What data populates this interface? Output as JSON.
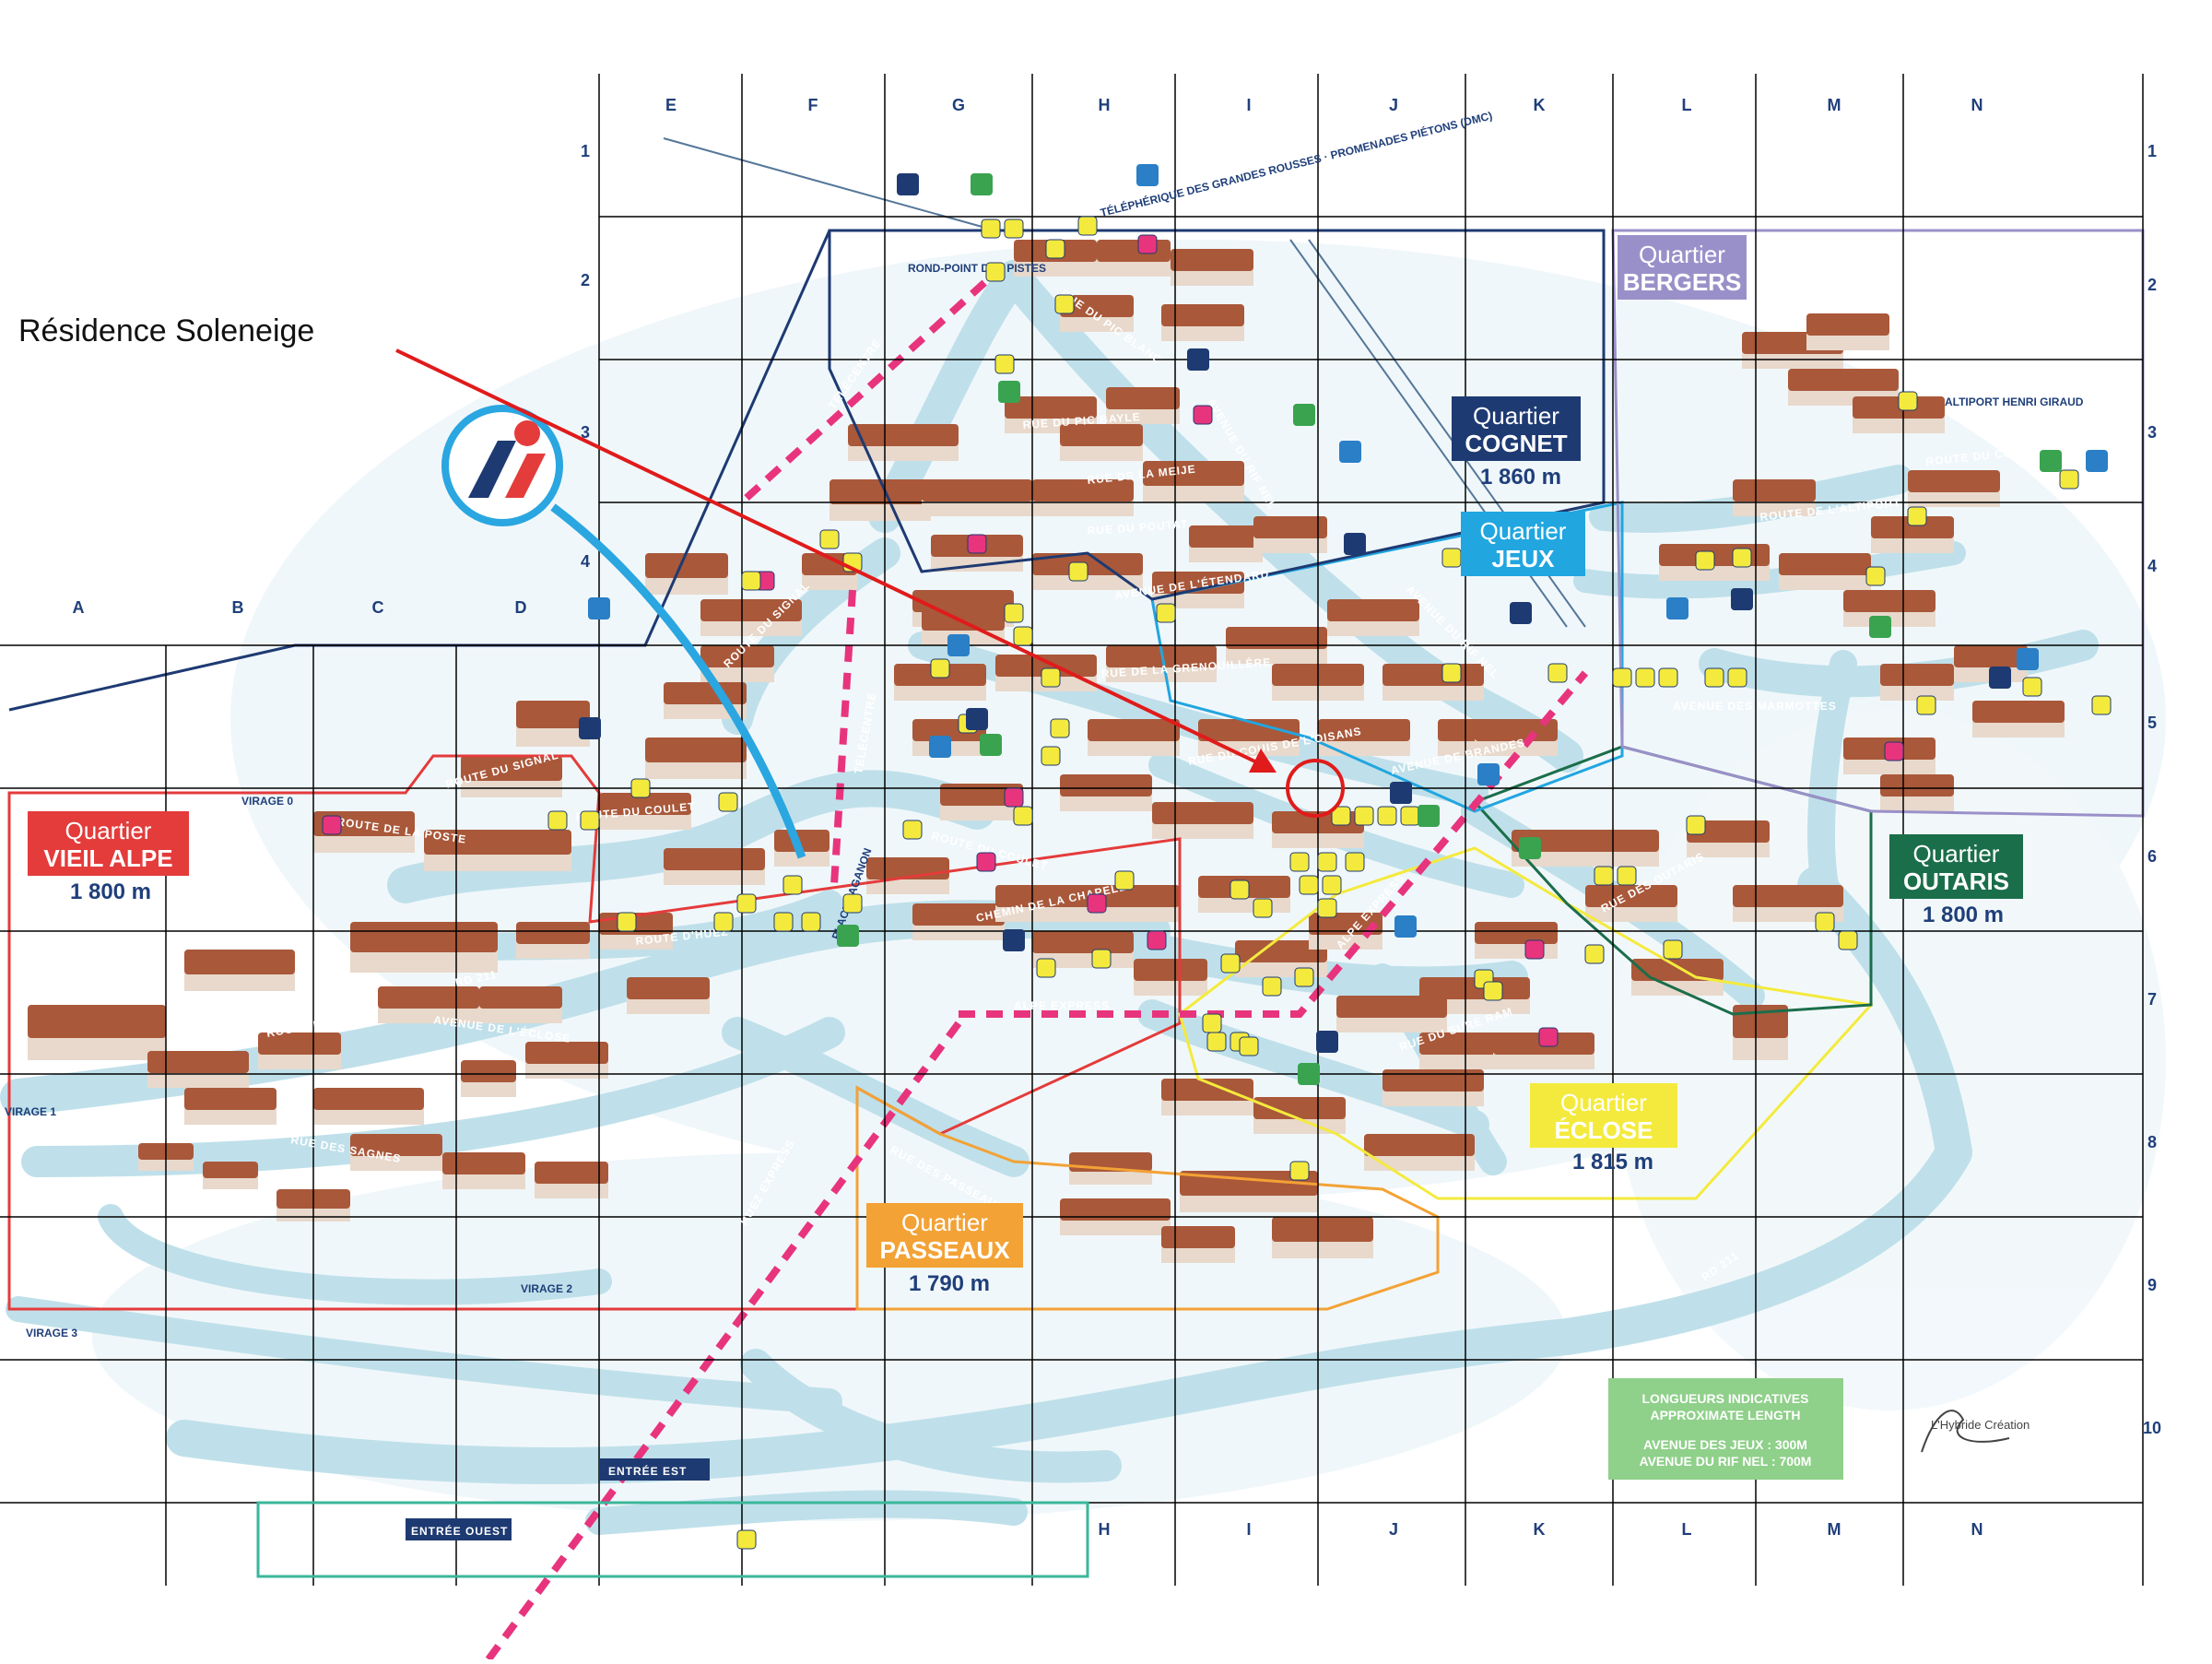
{
  "annotation": {
    "label": "Résidence Soleneige"
  },
  "grid": {
    "top_cols": [
      "E",
      "F",
      "G",
      "H",
      "I",
      "J",
      "K",
      "L",
      "M",
      "N"
    ],
    "left_cols": [
      "A",
      "B",
      "C",
      "D"
    ],
    "bottom_cols": [
      "H",
      "I",
      "J",
      "K",
      "L",
      "M",
      "N"
    ],
    "right_rows": [
      "1",
      "2",
      "3",
      "4",
      "5",
      "6",
      "7",
      "8",
      "9",
      "10"
    ],
    "left_rows": [
      "1",
      "2",
      "3",
      "4"
    ]
  },
  "districts": [
    {
      "key": "vieil_alpe",
      "title": "Quartier",
      "name": "VIEIL ALPE",
      "altitude": "1 800 m",
      "bg": "#e43b3b"
    },
    {
      "key": "bergers",
      "title": "Quartier",
      "name": "BERGERS",
      "altitude": "",
      "bg": "#9a90c9"
    },
    {
      "key": "cognet",
      "title": "Quartier",
      "name": "COGNET",
      "altitude": "1 860 m",
      "bg": "#1e3a72"
    },
    {
      "key": "jeux",
      "title": "Quartier",
      "name": "JEUX",
      "altitude": "",
      "bg": "#21a6e0"
    },
    {
      "key": "outaris",
      "title": "Quartier",
      "name": "OUTARIS",
      "altitude": "1 800 m",
      "bg": "#1b6e4a"
    },
    {
      "key": "eclose",
      "title": "Quartier",
      "name": "ÉCLOSE",
      "altitude": "1 815 m",
      "bg": "#f4ea3d"
    },
    {
      "key": "passeaux",
      "title": "Quartier",
      "name": "PASSEAUX",
      "altitude": "1 790 m",
      "bg": "#f3a235"
    }
  ],
  "roads": {
    "signal": "ROUTE DU SIGNAL",
    "poste": "ROUTE DE LA POSTE",
    "huez": "ROUTE D'HUEZ",
    "eclose": "AVENUE DE L'ÉCLOSE",
    "rd211": "RD 211",
    "sagnes": "RUE DES SAGNES",
    "coulet": "ROUTE DU COULET",
    "chapelle": "CHEMIN DE LA CHAPELLE",
    "etendard": "AVENUE DE L'ÉTENDARD",
    "grenouilleres": "RUE DE LA GRENOUILLÈRE",
    "rif_nel": "AVENUE DU RIF NEL",
    "brandes": "AVENUE DE BRANDES",
    "oisans": "RUE DU COUIS DE L'OISANS",
    "outaris": "RUE DES OUTARIS",
    "sure_ram": "RUE DU SURE RAM",
    "passeaux": "RUE DES PASSEAUX",
    "marmottes": "AVENUE DES MARMOTTES",
    "altiport": "ROUTE DE L'ALTIPORT",
    "col_sarenne": "ROUTE DU COL DE SARENNE",
    "pic_blanc": "RUE DU PIC BLANC",
    "pic_bayle": "RUE DU PIC BAYLE",
    "meije": "RUE DE LA MEIJE",
    "poutat": "RUE DU POUTAT",
    "alpe_express": "ALPE EXPRESS",
    "huez_express": "HUEZ EXPRESS",
    "telecentre": "TÉLÉCENTRE",
    "telepherique": "TÉLÉPHÉRIQUE DES GRANDES ROUSSES · PROMENADES PIÉTONS (DMC)",
    "rond_point": "ROND-POINT DES PISTES",
    "altiport_place": "ALTIPORT HENRI GIRAUD",
    "place_paganon": "PLACE PAGANON"
  },
  "entries": {
    "est": "ENTRÉE EST",
    "ouest": "ENTRÉE OUEST"
  },
  "virages": [
    "VIRAGE 0",
    "VIRAGE 1",
    "VIRAGE 2",
    "VIRAGE 3"
  ],
  "lengths_box": {
    "line1": "LONGUEURS INDICATIVES",
    "line2": "APPROXIMATE LENGTH",
    "line3": "AVENUE DES JEUX : 300M",
    "line4": "AVENUE DU RIF NEL : 700M"
  },
  "credit": "L'Hybride Création",
  "colors": {
    "snow": "#ffffff",
    "street": "#bfe0ea",
    "roof": "#a9583a",
    "lift": "#e8347d",
    "annotation": "#e01b1b",
    "pointer": "#2aa6e0",
    "grid": "#000000"
  }
}
